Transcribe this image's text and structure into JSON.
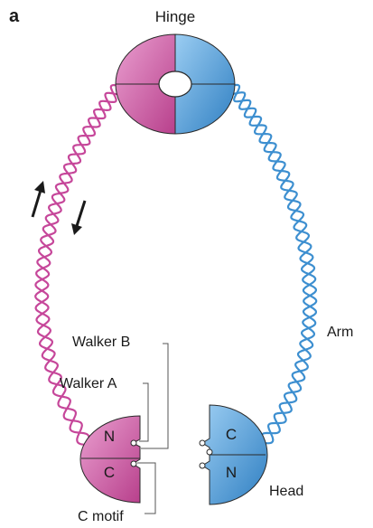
{
  "panel_letter": "a",
  "labels": {
    "hinge": "Hinge",
    "arm": "Arm",
    "walker_b": "Walker B",
    "walker_a": "Walker A",
    "c_motif": "C motif",
    "head": "Head",
    "left_n": "N",
    "left_c": "C",
    "right_c": "C",
    "right_n": "N"
  },
  "colors": {
    "magenta": "#c6479a",
    "magenta_light": "#e58cc4",
    "blue": "#3d8fd0",
    "blue_light": "#8cc4ee",
    "outline": "#2a2a2a"
  },
  "icons": [
    "arrow-up-icon",
    "arrow-down-icon"
  ]
}
